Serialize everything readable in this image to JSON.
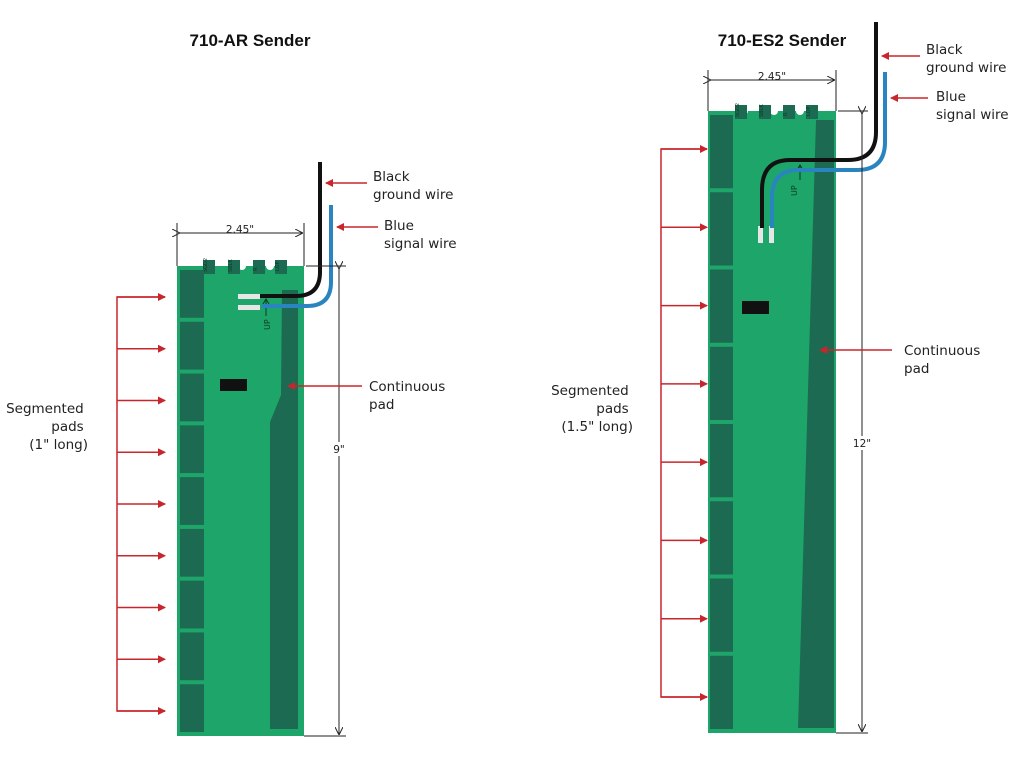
{
  "colors": {
    "board": "#1ea66a",
    "pad": "#1c6a52",
    "arrow": "#c8262d",
    "black_wire": "#111111",
    "blue_wire": "#2a84c0",
    "dimension": "#222222"
  },
  "left": {
    "title": "710-AR Sender",
    "width_label": "2.45\"",
    "height_label": "9\"",
    "segmented_label": [
      "Segmented",
      "pads",
      "(1\" long)"
    ],
    "continuous_label": [
      "Continuous",
      "pad"
    ],
    "black_wire_label": [
      "Black",
      "ground wire"
    ],
    "blue_wire_label": [
      "Blue",
      "signal wire"
    ],
    "segment_count": 9,
    "tab_labels": [
      "SGD2",
      "SBLK",
      "R",
      "LOP"
    ],
    "up_label": "UP"
  },
  "right": {
    "title": "710-ES2 Sender",
    "width_label": "2.45\"",
    "height_label": "12\"",
    "segmented_label": [
      "Segmented",
      "pads",
      "(1.5\" long)"
    ],
    "continuous_label": [
      "Continuous",
      "pad"
    ],
    "black_wire_label": [
      "Black",
      "ground wire"
    ],
    "blue_wire_label": [
      "Blue",
      "signal wire"
    ],
    "segment_count": 8,
    "tab_labels": [
      "SGD2",
      "SBLK",
      "R",
      "LOP"
    ],
    "up_label": "UP"
  }
}
